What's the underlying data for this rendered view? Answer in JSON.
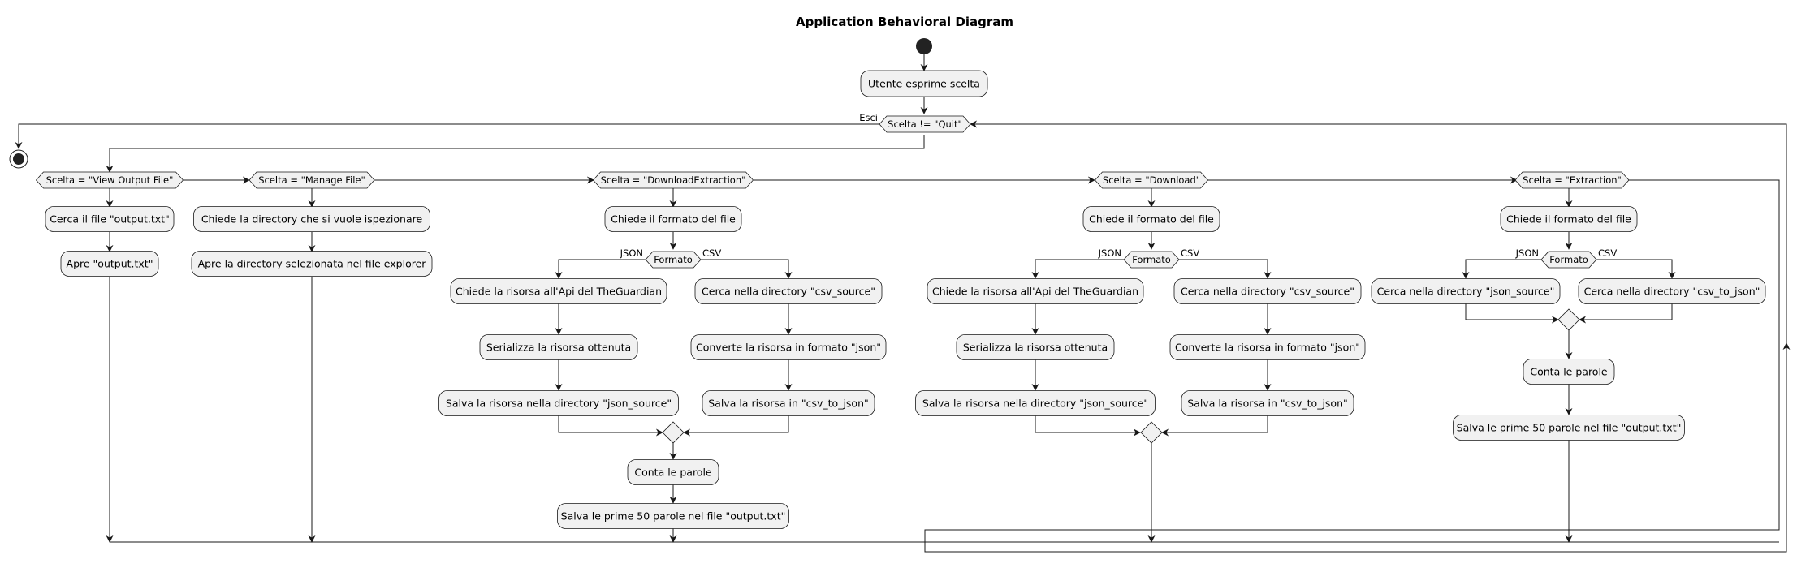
{
  "title": "Application Behavioral Diagram",
  "loop": {
    "condition": "Scelta != \"Quit\"",
    "exit_label": "Esci"
  },
  "start_action": "Utente esprime scelta",
  "branches": {
    "view_output": {
      "condition": "Scelta = \"View Output File\"",
      "actions": [
        "Cerca il file \"output.txt\"",
        "Apre \"output.txt\""
      ]
    },
    "manage_file": {
      "condition": "Scelta = \"Manage File\"",
      "actions": [
        "Chiede la directory che si vuole ispezionare",
        "Apre la directory selezionata nel file explorer"
      ]
    },
    "download_extraction": {
      "condition": "Scelta = \"DownloadExtraction\"",
      "ask": "Chiede il formato del file",
      "format_decision": "Formato",
      "json_label": "JSON",
      "csv_label": "CSV",
      "json_actions": [
        "Chiede la risorsa all'Api del TheGuardian",
        "Serializza la risorsa ottenuta",
        "Salva la risorsa nella directory \"json_source\""
      ],
      "csv_actions": [
        "Cerca nella directory \"csv_source\"",
        "Converte la risorsa in formato \"json\"",
        "Salva la risorsa in \"csv_to_json\""
      ],
      "after": [
        "Conta le parole",
        "Salva le prime 50 parole nel file \"output.txt\""
      ]
    },
    "download": {
      "condition": "Scelta = \"Download\"",
      "ask": "Chiede il formato del file",
      "format_decision": "Formato",
      "json_label": "JSON",
      "csv_label": "CSV",
      "json_actions": [
        "Chiede la risorsa all'Api del TheGuardian",
        "Serializza la risorsa ottenuta",
        "Salva la risorsa nella directory \"json_source\""
      ],
      "csv_actions": [
        "Cerca nella directory \"csv_source\"",
        "Converte la risorsa in formato \"json\"",
        "Salva la risorsa in \"csv_to_json\""
      ]
    },
    "extraction": {
      "condition": "Scelta = \"Extraction\"",
      "ask": "Chiede il formato del file",
      "format_decision": "Formato",
      "json_label": "JSON",
      "csv_label": "CSV",
      "json_actions": [
        "Cerca nella directory \"json_source\""
      ],
      "csv_actions": [
        "Cerca nella directory \"csv_to_json\""
      ],
      "after": [
        "Conta le parole",
        "Salva le prime 50 parole nel file \"output.txt\""
      ]
    }
  }
}
